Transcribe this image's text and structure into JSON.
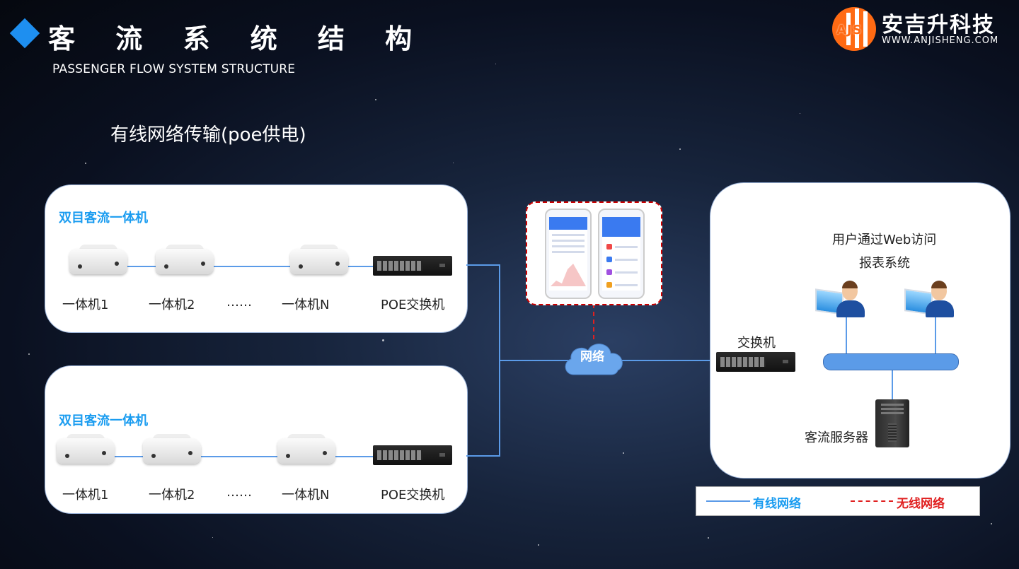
{
  "header": {
    "title": "客 流 系 统 结 构",
    "subtitle": "PASSENGER FLOW SYSTEM STRUCTURE"
  },
  "logo": {
    "mark": "AJS",
    "name": "安吉升科技",
    "url": "WWW.ANJISHENG.COM"
  },
  "main_heading": "有线网络传输(poe供电)",
  "panel_top": {
    "title": "双目客流一体机",
    "devices": [
      "一体机1",
      "一体机2",
      "……",
      "一体机N",
      "POE交换机"
    ]
  },
  "panel_bottom": {
    "title": "双目客流一体机",
    "devices": [
      "一体机1",
      "一体机2",
      "……",
      "一体机N",
      "POE交换机"
    ]
  },
  "network": {
    "cloud_label": "网络"
  },
  "panel_right": {
    "switch_label": "交换机",
    "web_line1": "用户通过Web访问",
    "web_line2": "报表系统",
    "server_label": "客流服务器"
  },
  "legend": {
    "wired": "有线网络",
    "wireless": "无线网络"
  },
  "colors": {
    "accent": "#1e8ff0",
    "panel_title": "#1a9cf0",
    "wired_line": "#5b9be8",
    "wireless_line": "#e02020",
    "logo_orange": "#ff6a13"
  }
}
